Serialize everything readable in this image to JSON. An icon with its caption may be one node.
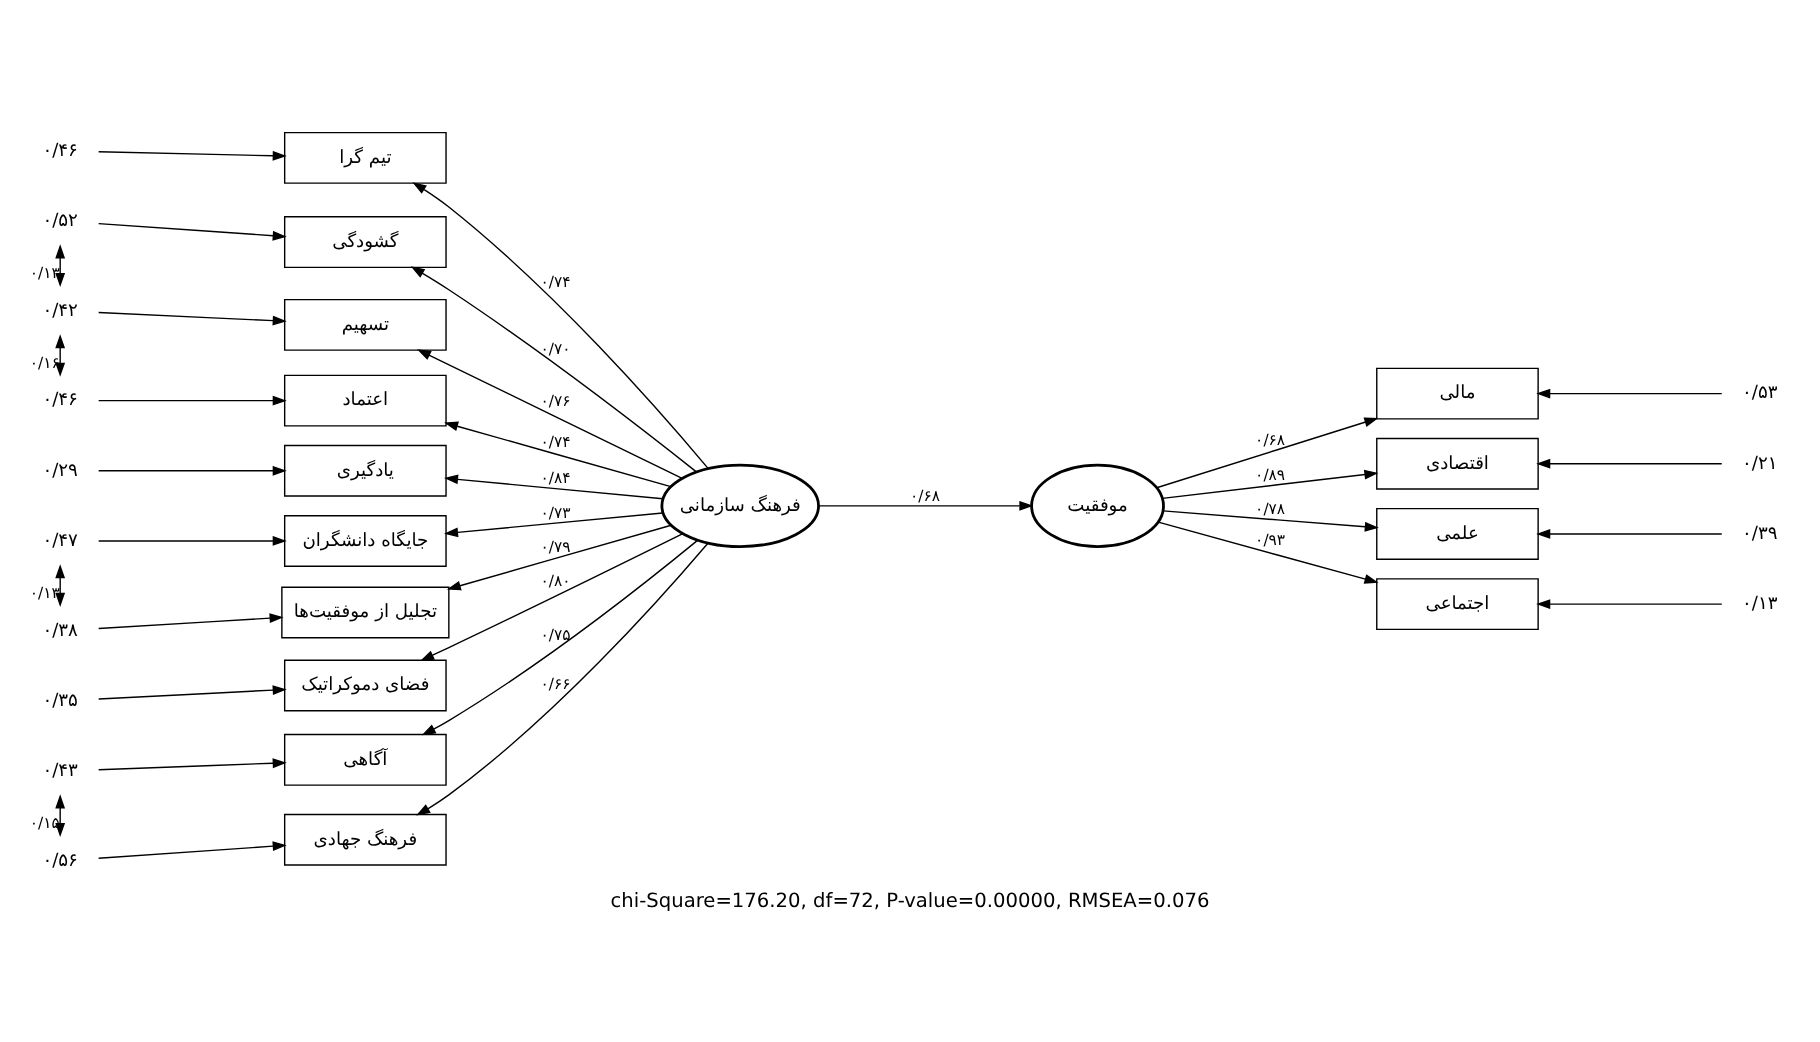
{
  "diagram": {
    "caption": "chi-Square=176.20, df=72, P-value=0.00000, RMSEA=0.076",
    "nodes": [
      {
        "text": [
          "فرهنگ سازمانی"
        ]
      },
      {
        "text": [
          "موفقیت"
        ]
      },
      {
        "text": [
          "تیم گرا"
        ]
      },
      {
        "text": [
          "گشودگی"
        ]
      },
      {
        "text": [
          "تسهیم"
        ]
      },
      {
        "text": [
          "اعتماد"
        ]
      },
      {
        "text": [
          "یادگیری"
        ]
      },
      {
        "text": [
          "جایگاه دانشگران"
        ]
      },
      {
        "text": [
          "تجلیل از موفقیت‌ها"
        ]
      },
      {
        "text": [
          "فضای دموکراتیک"
        ]
      },
      {
        "text": [
          "آگاهی"
        ]
      },
      {
        "text": [
          "فرهنگ جهادی"
        ]
      },
      {
        "text": [
          "مالی"
        ]
      },
      {
        "text": [
          "اقتصادی"
        ]
      },
      {
        "text": [
          "علمی"
        ]
      },
      {
        "text": [
          "اجتماعی"
        ]
      },
      {
        "text": [
          "۰/۴۶"
        ]
      },
      {
        "text": [
          "۰/۵۲"
        ]
      },
      {
        "text": [
          "۰/۴۲"
        ]
      },
      {
        "text": [
          "۰/۴۶"
        ]
      },
      {
        "text": [
          "۰/۲۹"
        ]
      },
      {
        "text": [
          "۰/۴۷"
        ]
      },
      {
        "text": [
          "۰/۳۸"
        ]
      },
      {
        "text": [
          "۰/۳۵"
        ]
      },
      {
        "text": [
          "۰/۴۳"
        ]
      },
      {
        "text": [
          "۰/۵۶"
        ]
      },
      {
        "text": [
          "۰/۵۳"
        ]
      },
      {
        "text": [
          "۰/۲۱"
        ]
      },
      {
        "text": [
          "۰/۳۹"
        ]
      },
      {
        "text": [
          "۰/۱۳"
        ]
      }
    ],
    "edges": [
      {
        "from": 0,
        "to": 1,
        "arrow": "to",
        "label": "۰/۶۸"
      },
      {
        "from": 0,
        "to": 2,
        "arrow": "to",
        "label": "۰/۷۴"
      },
      {
        "from": 0,
        "to": 3,
        "arrow": "to",
        "label": "۰/۷۰"
      },
      {
        "from": 0,
        "to": 4,
        "arrow": "to",
        "label": "۰/۷۶"
      },
      {
        "from": 0,
        "to": 5,
        "arrow": "to",
        "label": "۰/۷۴"
      },
      {
        "from": 0,
        "to": 6,
        "arrow": "to",
        "label": "۰/۸۴"
      },
      {
        "from": 0,
        "to": 7,
        "arrow": "to",
        "label": "۰/۷۳"
      },
      {
        "from": 0,
        "to": 8,
        "arrow": "to",
        "label": "۰/۷۹"
      },
      {
        "from": 0,
        "to": 9,
        "arrow": "to",
        "label": "۰/۸۰"
      },
      {
        "from": 0,
        "to": 10,
        "arrow": "to",
        "label": "۰/۷۵"
      },
      {
        "from": 0,
        "to": 11,
        "arrow": "to",
        "label": "۰/۶۶"
      },
      {
        "from": 1,
        "to": 12,
        "arrow": "to",
        "label": "۰/۶۸"
      },
      {
        "from": 1,
        "to": 13,
        "arrow": "to",
        "label": "۰/۸۹"
      },
      {
        "from": 1,
        "to": 14,
        "arrow": "to",
        "label": "۰/۷۸"
      },
      {
        "from": 1,
        "to": 15,
        "arrow": "to",
        "label": "۰/۹۳"
      },
      {
        "from": 16,
        "to": 2,
        "arrow": "to"
      },
      {
        "from": 17,
        "to": 3,
        "arrow": "to"
      },
      {
        "from": 18,
        "to": 4,
        "arrow": "to"
      },
      {
        "from": 19,
        "to": 5,
        "arrow": "to"
      },
      {
        "from": 20,
        "to": 6,
        "arrow": "to"
      },
      {
        "from": 21,
        "to": 7,
        "arrow": "to"
      },
      {
        "from": 22,
        "to": 8,
        "arrow": "to"
      },
      {
        "from": 23,
        "to": 9,
        "arrow": "to"
      },
      {
        "from": 24,
        "to": 10,
        "arrow": "to"
      },
      {
        "from": 25,
        "to": 11,
        "arrow": "to"
      },
      {
        "from": 26,
        "to": 12,
        "arrow": "to"
      },
      {
        "from": 27,
        "to": 13,
        "arrow": "to"
      },
      {
        "from": 28,
        "to": 14,
        "arrow": "to"
      },
      {
        "from": 29,
        "to": 15,
        "arrow": "to"
      },
      {
        "from": 17,
        "to": 18,
        "arrow": "both",
        "label": "۰/۱۳"
      },
      {
        "from": 18,
        "to": 19,
        "arrow": "both",
        "label": "۰/۱۶"
      },
      {
        "from": 21,
        "to": 22,
        "arrow": "both",
        "label": "۰/۱۳"
      },
      {
        "from": 24,
        "to": 25,
        "arrow": "both",
        "label": "۰/۱۵"
      }
    ]
  }
}
